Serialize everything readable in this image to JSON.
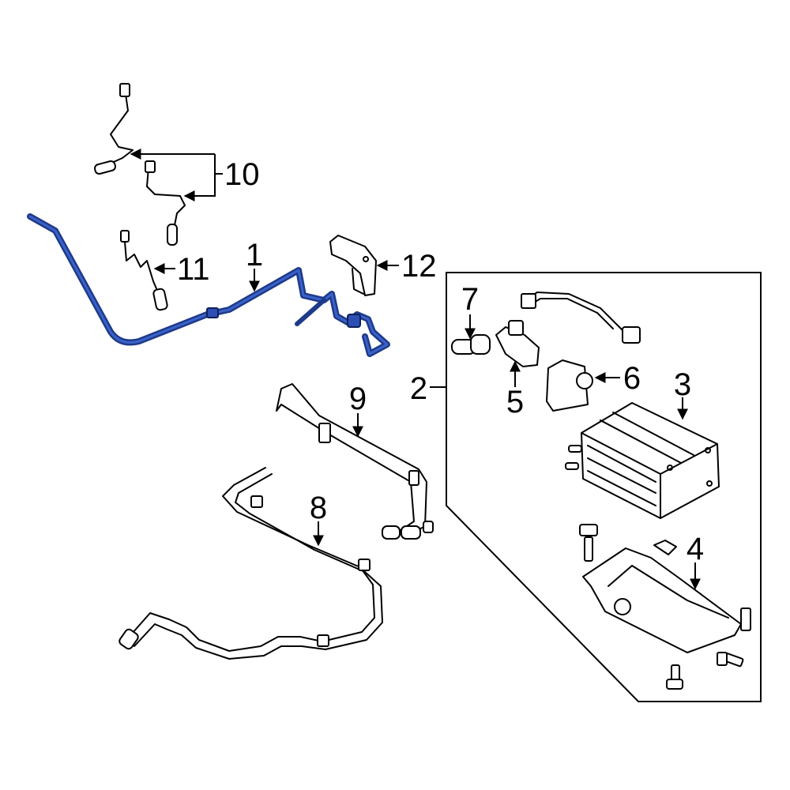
{
  "colors": {
    "highlight": "#1e3a8a",
    "line": "#000000",
    "background": "#ffffff"
  },
  "callouts": [
    {
      "id": "1",
      "label": "1"
    },
    {
      "id": "2",
      "label": "2"
    },
    {
      "id": "3",
      "label": "3"
    },
    {
      "id": "4",
      "label": "4"
    },
    {
      "id": "5",
      "label": "5"
    },
    {
      "id": "6",
      "label": "6"
    },
    {
      "id": "7",
      "label": "7"
    },
    {
      "id": "8",
      "label": "8"
    },
    {
      "id": "9",
      "label": "9"
    },
    {
      "id": "10",
      "label": "10"
    },
    {
      "id": "11",
      "label": "11"
    },
    {
      "id": "12",
      "label": "12"
    }
  ],
  "highlighted_part": "1"
}
